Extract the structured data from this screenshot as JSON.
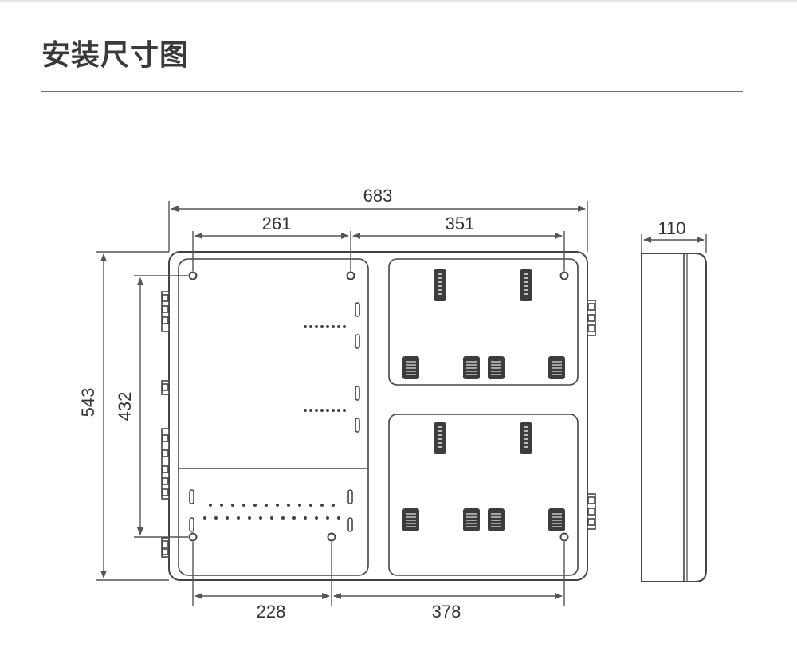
{
  "title": "安装尺寸图",
  "dimensions": {
    "overall_width": "683",
    "left_hole_spacing": "261",
    "right_hole_spacing": "351",
    "overall_height": "543",
    "inner_hole_height": "432",
    "bottom_left_spacing": "228",
    "bottom_right_spacing": "378",
    "depth": "110"
  },
  "colors": {
    "line": "#444444",
    "dim_line": "#555555",
    "module": "#3c3c3c",
    "background": "#ffffff"
  }
}
